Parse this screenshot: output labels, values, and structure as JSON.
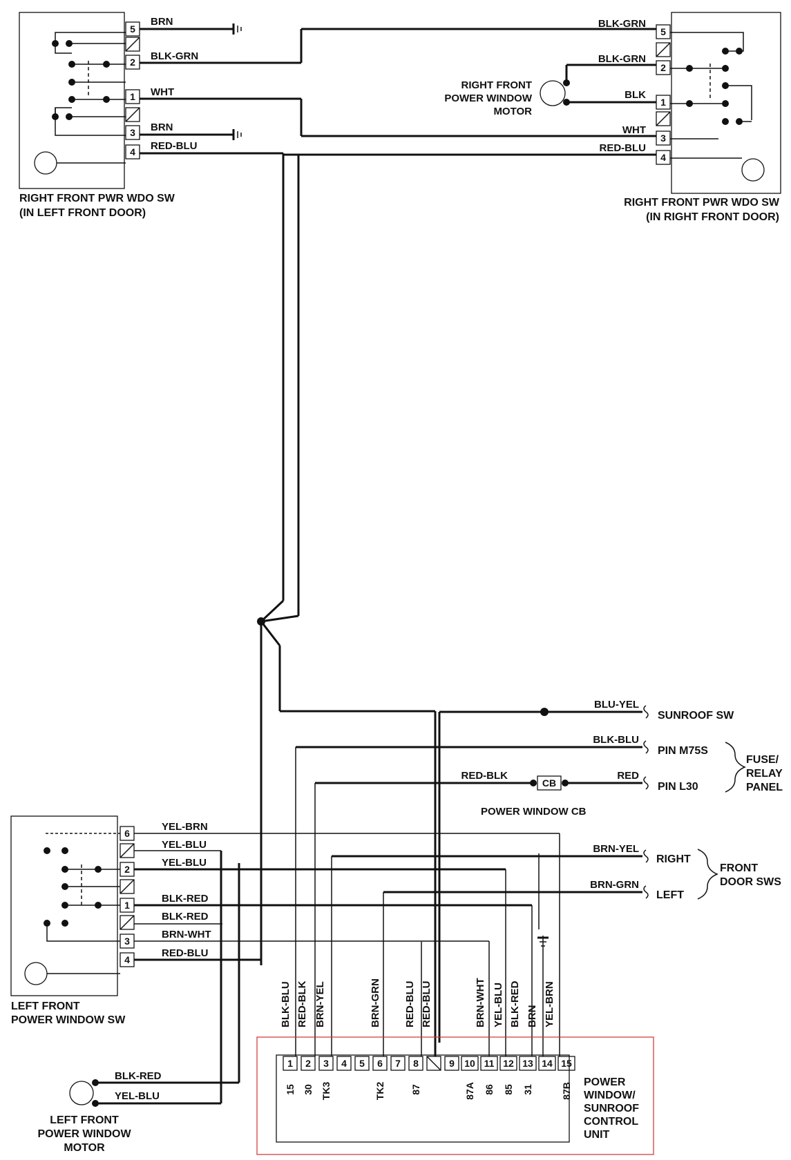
{
  "sw_rf_left": {
    "caption_line1": "RIGHT FRONT PWR WDO SW",
    "caption_line2": "(IN LEFT FRONT DOOR)",
    "pins": [
      "5",
      "2",
      "1",
      "3",
      "4"
    ],
    "wires": [
      "BRN",
      "BLK-GRN",
      "WHT",
      "BRN",
      "RED-BLU"
    ]
  },
  "sw_rf_right": {
    "caption_line1": "RIGHT FRONT PWR WDO SW",
    "caption_line2": "(IN RIGHT FRONT DOOR)",
    "pins": [
      "5",
      "2",
      "1",
      "3",
      "4"
    ],
    "wires": [
      "BLK-GRN",
      "BLK-GRN",
      "BLK",
      "WHT",
      "RED-BLU"
    ]
  },
  "rf_motor": {
    "line1": "RIGHT FRONT",
    "line2": "POWER WINDOW",
    "line3": "MOTOR"
  },
  "sunroof": {
    "wire": "BLU-YEL",
    "label": "SUNROOF SW"
  },
  "fuse_panel": {
    "wire_m75s": "BLK-BLU",
    "pin_m75s": "PIN M75S",
    "wire_cb_in": "RED-BLK",
    "cb_label": "CB",
    "wire_cb_out": "RED",
    "pin_l30": "PIN L30",
    "caption_line1": "FUSE/",
    "caption_line2": "RELAY",
    "caption_line3": "PANEL",
    "cb_caption": "POWER WINDOW CB"
  },
  "door_sws": {
    "wire_right": "BRN-YEL",
    "label_right": "RIGHT",
    "wire_left": "BRN-GRN",
    "label_left": "LEFT",
    "caption_line1": "FRONT",
    "caption_line2": "DOOR SWS"
  },
  "lf_switch": {
    "caption_line1": "LEFT FRONT",
    "caption_line2": "POWER WINDOW SW",
    "pins": [
      "6",
      "2",
      "1",
      "3",
      "4"
    ],
    "wires": [
      "YEL-BRN",
      "YEL-BLU",
      "YEL-BLU",
      "BLK-RED",
      "BLK-RED",
      "BRN-WHT",
      "RED-BLU"
    ]
  },
  "lf_motor": {
    "wire_top": "BLK-RED",
    "wire_bottom": "YEL-BLU",
    "line1": "LEFT FRONT",
    "line2": "POWER WINDOW",
    "line3": "MOTOR"
  },
  "control_unit": {
    "pins": [
      "1",
      "2",
      "3",
      "4",
      "5",
      "6",
      "7",
      "8",
      "9",
      "10",
      "11",
      "12",
      "13",
      "14",
      "15"
    ],
    "terminals": [
      "15",
      "30",
      "TK3",
      "TK2",
      "87",
      "87A",
      "86",
      "85",
      "31",
      "87B"
    ],
    "vertical_wires": [
      "BLK-BLU",
      "RED-BLK",
      "BRN-YEL",
      "BRN-GRN",
      "RED-BLU",
      "RED-BLU",
      "BRN-WHT",
      "YEL-BLU",
      "BLK-RED",
      "BRN",
      "YEL-BRN"
    ],
    "caption_line1": "POWER",
    "caption_line2": "WINDOW/",
    "caption_line3": "SUNROOF",
    "caption_line4": "CONTROL",
    "caption_line5": "UNIT"
  },
  "colors": {
    "ink": "#111111",
    "highlight_box": "#d03030",
    "background": "#ffffff"
  }
}
